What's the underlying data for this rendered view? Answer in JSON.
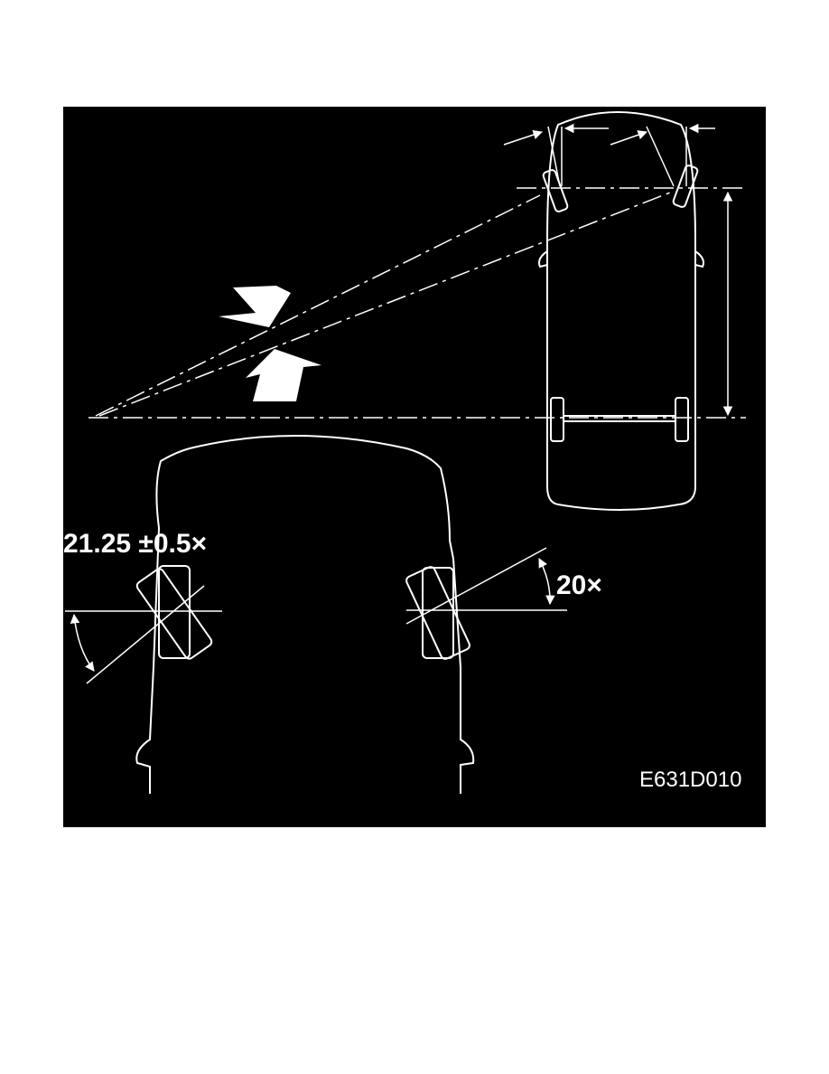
{
  "diagram": {
    "colors": {
      "background": "#000000",
      "line": "#ffffff"
    },
    "labels": {
      "angle_left": "21.25 ±0.5×",
      "angle_right": "20×",
      "figure_id": "E631D010"
    },
    "icons": [
      "arrow-down-right-icon",
      "arrow-up-right-icon"
    ]
  }
}
